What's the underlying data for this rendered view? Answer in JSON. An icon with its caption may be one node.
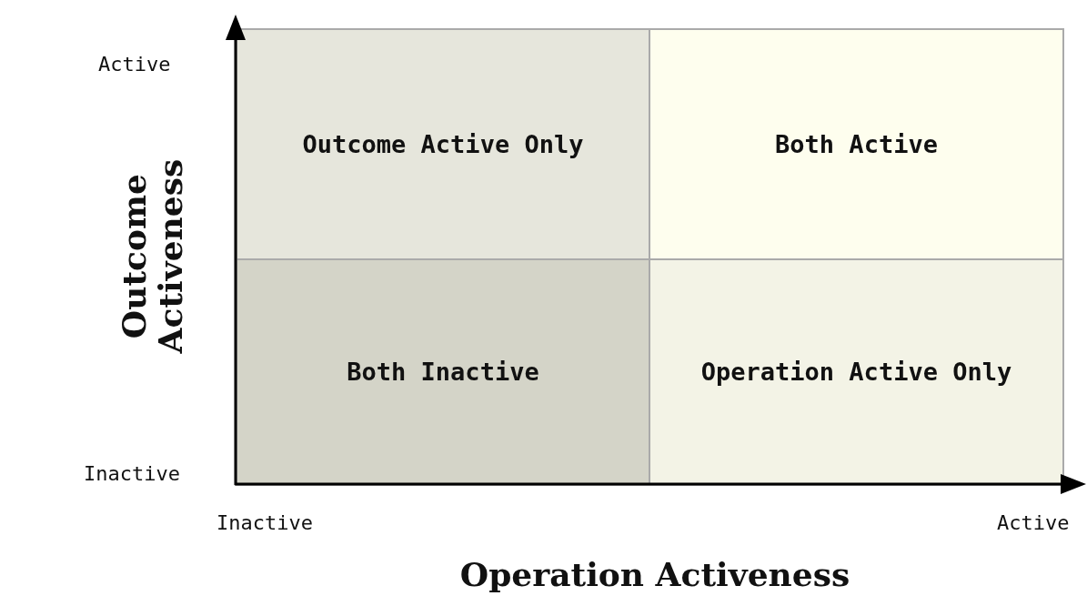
{
  "diagram": {
    "nodes": [
      {
        "text": [
          "Outcome Active Only"
        ]
      },
      {
        "text": [
          "Both Active"
        ]
      },
      {
        "text": [
          "Both Inactive"
        ]
      },
      {
        "text": [
          "Operation Active Only"
        ]
      }
    ],
    "labels": [
      "Active",
      "Outcome Activeness",
      "Inactive",
      "Inactive",
      "Active",
      "Operation Activeness"
    ]
  }
}
